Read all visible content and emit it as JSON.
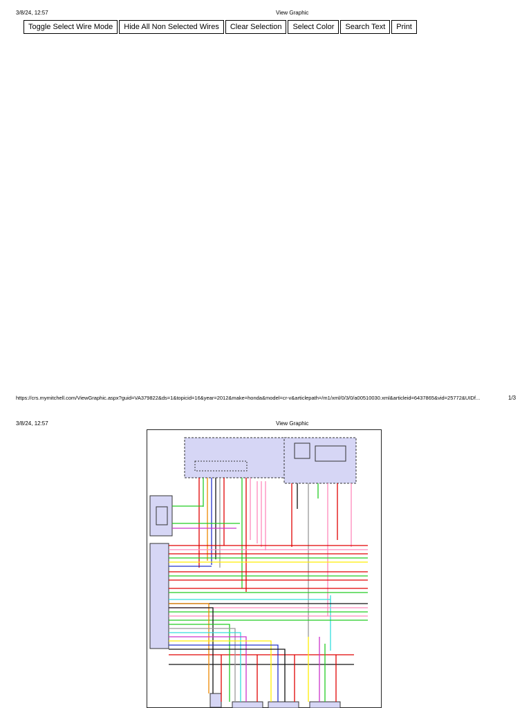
{
  "page1": {
    "timestamp": "3/8/24, 12:57",
    "title": "View Graphic",
    "toolbar": {
      "buttons": [
        "Toggle Select Wire Mode",
        "Hide All Non Selected Wires",
        "Clear Selection",
        "Select Color",
        "Search Text",
        "Print"
      ]
    },
    "footer_url": "https://crs.mymitchell.com/ViewGraphic.aspx?guid=VA379822&ds=1&topicid=16&year=2012&make=honda&model=cr-v&articlepath=/m1/xml/0/3/0/a00510030.xml&articleid=6437865&vid=25772&UIDf...",
    "page_number": "1/3"
  },
  "page2": {
    "timestamp": "3/8/24, 12:57",
    "title": "View Graphic"
  },
  "colors": {
    "module_fill": "#d6d6f5",
    "module_stroke": "#333333",
    "red": "#e00000",
    "green": "#22cc22",
    "pink": "#ff88bb",
    "blue": "#2233cc",
    "yellow": "#ffee00",
    "cyan": "#33dddd",
    "magenta": "#cc33cc",
    "orange": "#ee8800",
    "black": "#111111",
    "gray": "#999999"
  }
}
